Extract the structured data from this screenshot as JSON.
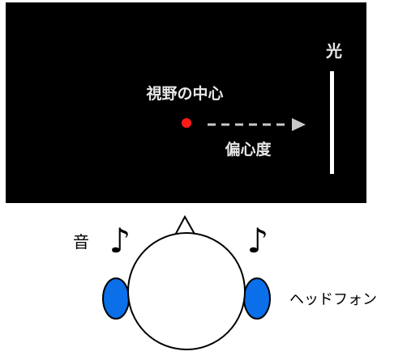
{
  "screen": {
    "background": "#000000",
    "light_label": "光",
    "center_label": "視野の中心",
    "eccentricity_label": "偏心度",
    "fixation_color": "#ff0000",
    "arrow_color": "#c8c8c8",
    "light_bar_color": "#ffffff"
  },
  "listener": {
    "sound_label": "音",
    "headphone_label": "ヘッドフォン",
    "note_glyph": "♪",
    "headphone_color": "#0a6fe8",
    "head_fill": "#ffffff",
    "outline_color": "#000000"
  }
}
